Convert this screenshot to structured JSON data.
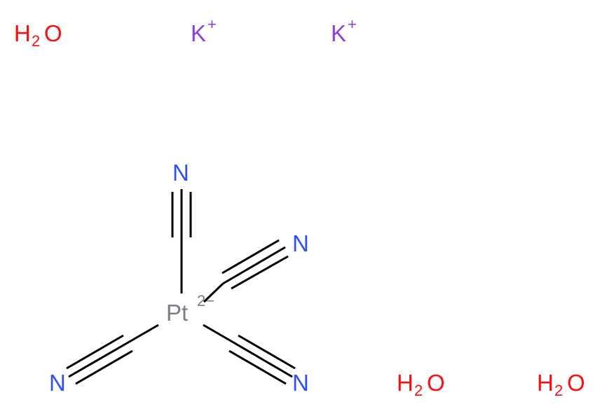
{
  "colors": {
    "oxygen": "#FF0D0D",
    "potassium": "#8F40D4",
    "nitrogen": "#3050F8",
    "platinum": "#7D7D85",
    "bond": "#000000"
  },
  "molecules": {
    "water_top_left": {
      "h": "H",
      "sub": "2",
      "o": "O"
    },
    "potassium_1": {
      "symbol": "K",
      "charge": "+"
    },
    "potassium_2": {
      "symbol": "K",
      "charge": "+"
    },
    "water_bottom_1": {
      "h": "H",
      "sub": "2",
      "o": "O"
    },
    "water_bottom_2": {
      "h": "H",
      "sub": "2",
      "o": "O"
    }
  },
  "complex": {
    "metal": {
      "symbol": "Pt",
      "charge": "2−"
    },
    "n_top": "N",
    "n_upper_right": "N",
    "n_lower_left": "N",
    "n_lower_right": "N"
  }
}
